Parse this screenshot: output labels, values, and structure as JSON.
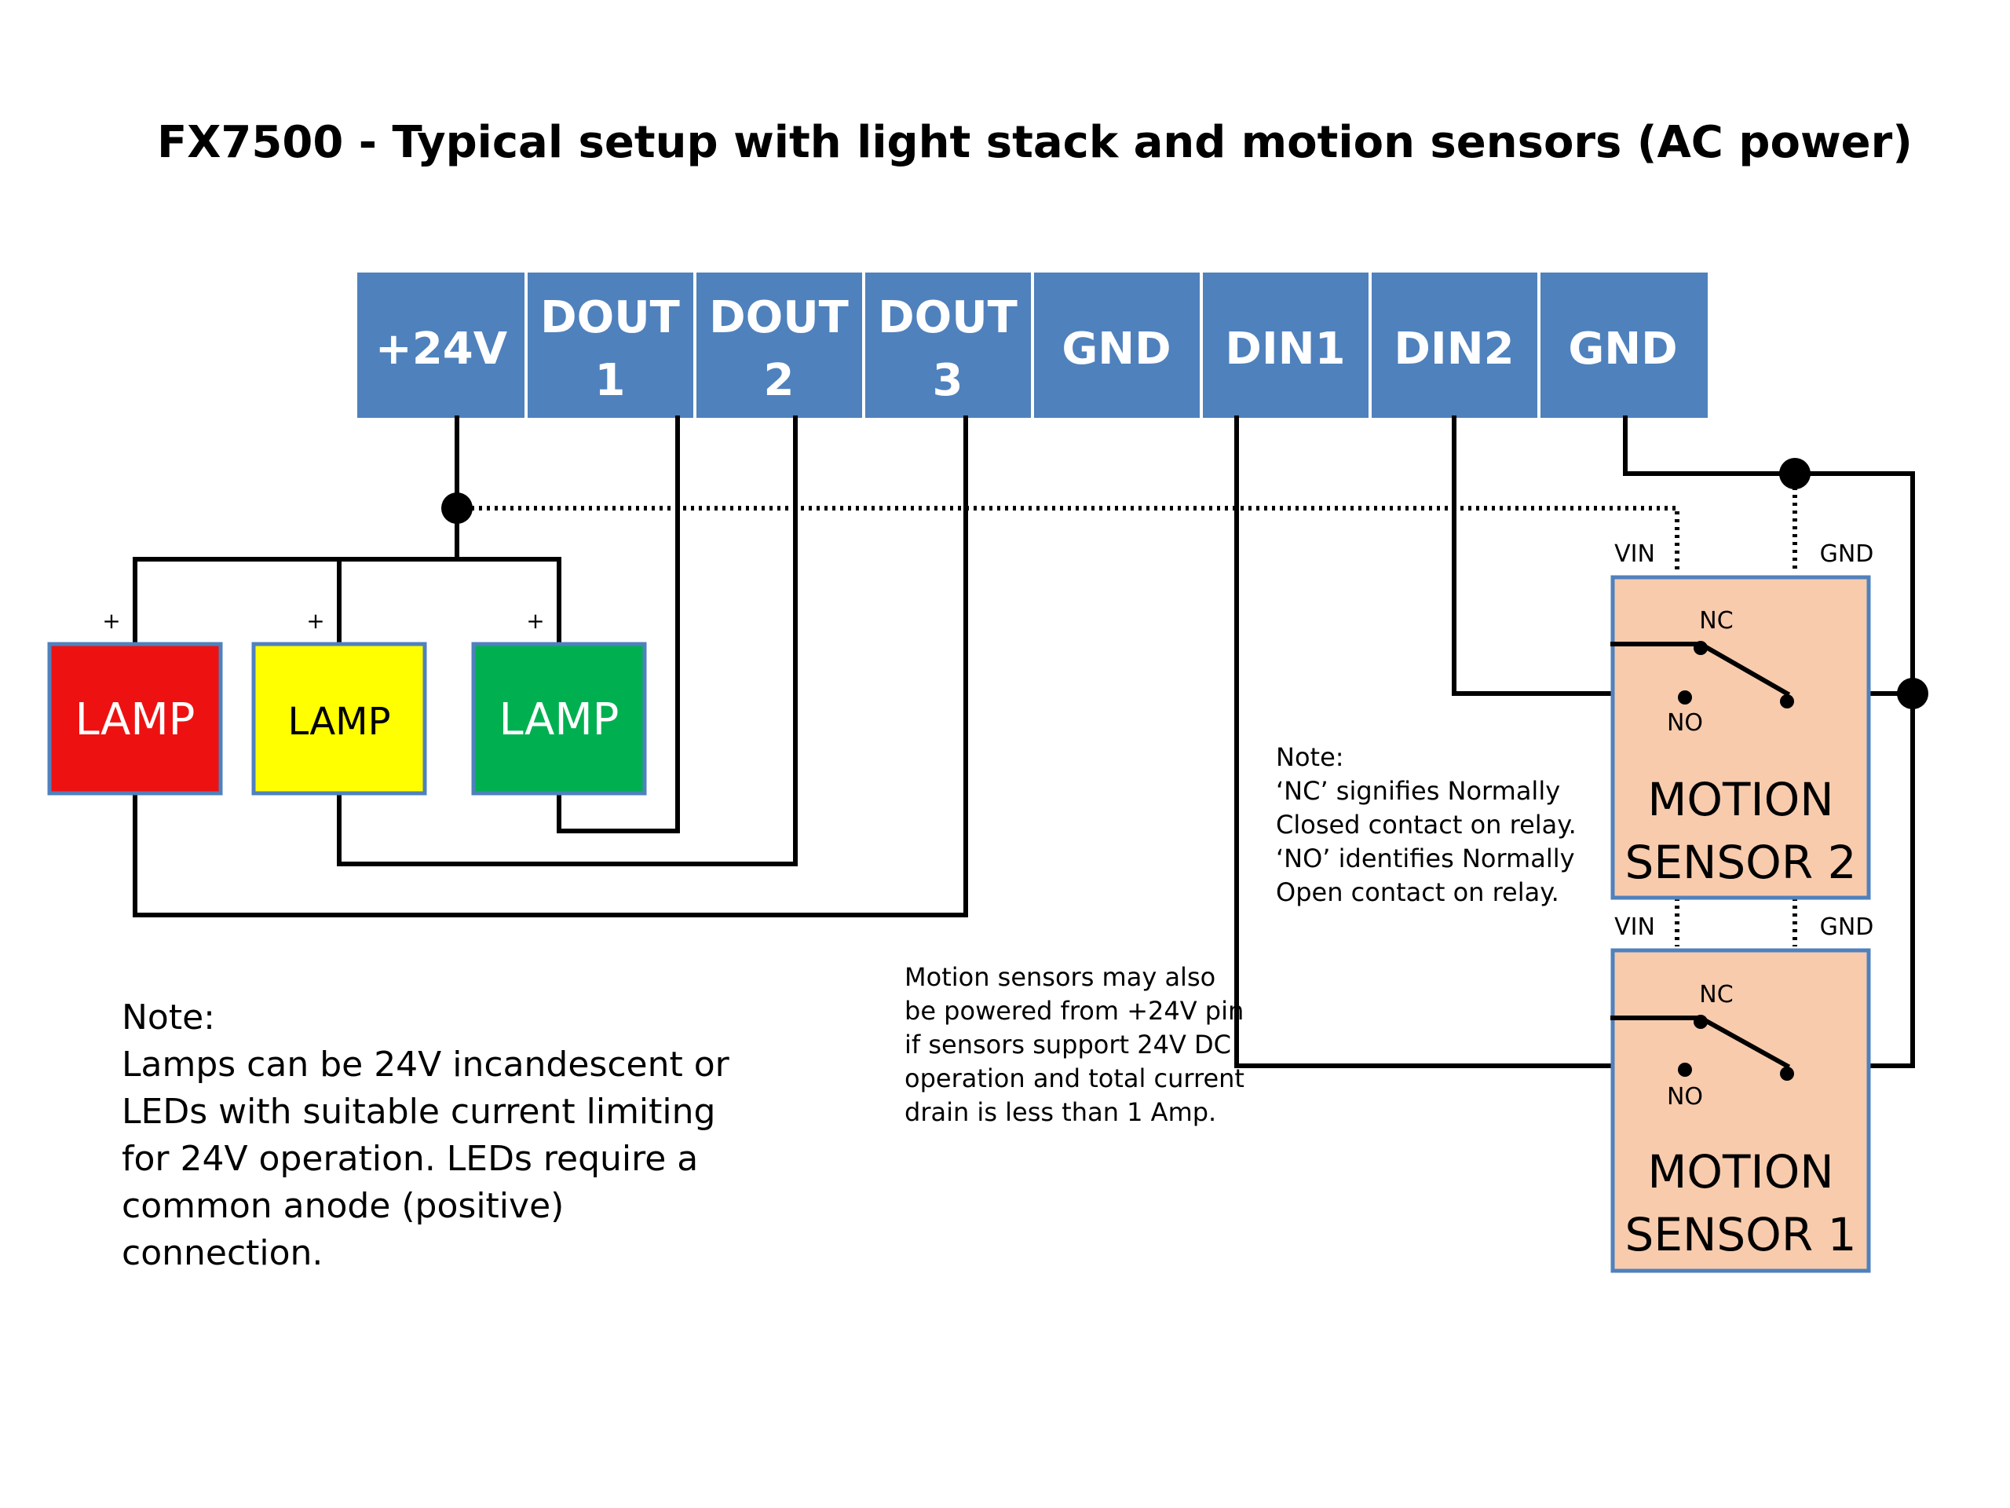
{
  "title": "FX7500 - Typical setup with light stack and motion sensors (AC power)",
  "header": {
    "pins": [
      {
        "line1": "+24V",
        "line2": ""
      },
      {
        "line1": "DOUT",
        "line2": "1"
      },
      {
        "line1": "DOUT",
        "line2": "2"
      },
      {
        "line1": "DOUT",
        "line2": "3"
      },
      {
        "line1": "GND",
        "line2": ""
      },
      {
        "line1": "DIN1",
        "line2": ""
      },
      {
        "line1": "DIN2",
        "line2": ""
      },
      {
        "line1": "GND",
        "line2": ""
      }
    ]
  },
  "lamps": [
    {
      "label": "LAMP",
      "plus": "+",
      "color": "#ee1111"
    },
    {
      "label": "LAMP",
      "plus": "+",
      "color": "#ffff00"
    },
    {
      "label": "LAMP",
      "plus": "+",
      "color": "#00b050"
    }
  ],
  "sensors": {
    "sensor2": {
      "line1": "MOTION",
      "line2": "SENSOR 2",
      "vin": "VIN",
      "gnd": "GND",
      "nc": "NC",
      "no": "NO"
    },
    "sensor1": {
      "line1": "MOTION",
      "line2": "SENSOR 1",
      "vin": "VIN",
      "gnd": "GND",
      "nc": "NC",
      "no": "NO"
    },
    "fill": "#f8cbad",
    "border": "#4f81bd"
  },
  "relay_note": {
    "lines": [
      "Note:",
      "‘NC’ signifies Normally",
      "Closed contact on relay.",
      "‘NO’ identifies Normally",
      "Open contact on relay."
    ]
  },
  "power_note": {
    "lines": [
      "Motion sensors may also",
      "be  powered from +24V pin",
      "if sensors support 24V DC",
      "operation and total current",
      "drain is less than  1 Amp."
    ]
  },
  "lamp_note": {
    "lines": [
      "Note:",
      "Lamps can be 24V incandescent or",
      "LEDs with suitable current limiting",
      "for 24V operation.  LEDs require a",
      "common anode (positive)",
      "connection."
    ]
  },
  "colors": {
    "header_fill": "#4f81bd",
    "header_border": "#ffffff"
  }
}
